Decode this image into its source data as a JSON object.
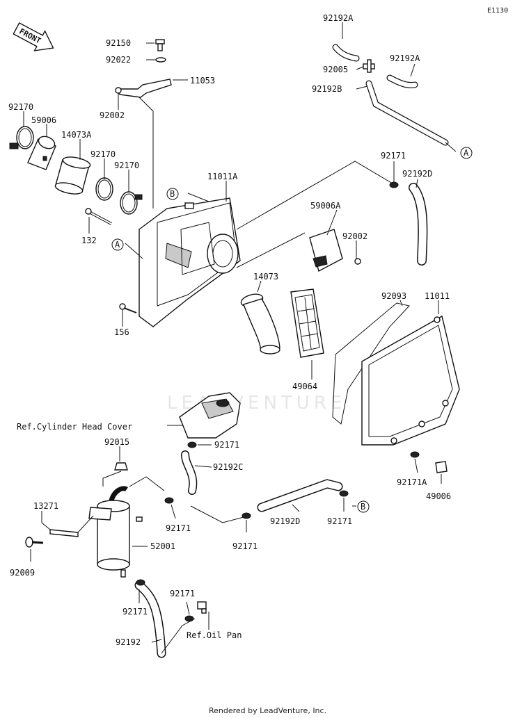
{
  "diagram_code": "E1130",
  "front_badge": "FRONT",
  "watermark": "LEADVENTURE",
  "footer": "Rendered by LeadVenture, Inc.",
  "refs": {
    "cyl_head": "Ref.Cylinder Head Cover",
    "oil_pan": "Ref.Oil Pan"
  },
  "callouts": {
    "a1": "A",
    "a2": "A",
    "b1": "B",
    "b2": "B"
  },
  "labels": {
    "p92150": "92150",
    "p92022": "92022",
    "p11053": "11053",
    "p92002_top": "92002",
    "p92170_left": "92170",
    "p59006": "59006",
    "p14073A": "14073A",
    "p92170_mid1": "92170",
    "p92170_mid2": "92170",
    "p11011A": "11011A",
    "p132": "132",
    "p156": "156",
    "p92192A_top": "92192A",
    "p92192A_right": "92192A",
    "p92005": "92005",
    "p92192B": "92192B",
    "p92171_top": "92171",
    "p92192D_top": "92192D",
    "p59006A": "59006A",
    "p92002_mid": "92002",
    "p14073": "14073",
    "p92093": "92093",
    "p11011": "11011",
    "p49064": "49064",
    "p92171_cyl": "92171",
    "p92015": "92015",
    "p92192C": "92192C",
    "p13271": "13271",
    "p92009": "92009",
    "p92171_canL": "92171",
    "p52001": "52001",
    "p92171_hoseD": "92171",
    "p92192D_bot": "92192D",
    "p92171_B": "92171",
    "p92171A": "92171A",
    "p49006": "49006",
    "p92171_bot1": "92171",
    "p92171_bot2": "92171",
    "p92192": "92192"
  }
}
